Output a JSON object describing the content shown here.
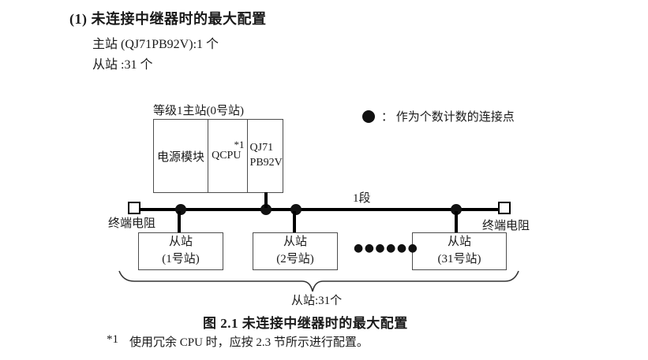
{
  "header": {
    "heading": "(1) 未连接中继器时的最大配置",
    "master_line": "主站 (QJ71PB92V):1 个",
    "slave_line": "从站 :31 个"
  },
  "diagram": {
    "master_label": "等级1主站(0号站)",
    "master_cells": {
      "power": "电源模块",
      "cpu": "QCPU",
      "cpu_note": "*1",
      "pb_line1": "QJ71",
      "pb_line2": "PB92V"
    },
    "legend_text": "： 作为个数计数的连接点",
    "segment_label": "1段",
    "terminator_left": "终端电阻",
    "terminator_right": "终端电阻",
    "slaves": [
      {
        "name": "从站",
        "station": "(1号站)"
      },
      {
        "name": "从站",
        "station": "(2号站)"
      },
      {
        "name": "从站",
        "station": "(31号站)"
      }
    ],
    "ellipsis": "●●●●●●",
    "brace_label": "从站:31个"
  },
  "caption": "图 2.1 未连接中继器时的最大配置",
  "footnote": {
    "marker": "*1",
    "text": "使用冗余 CPU 时，应按 2.3 节所示进行配置。"
  },
  "colors": {
    "text": "#1a1a1a",
    "line": "#000000",
    "border": "#4d4d4d",
    "background": "#ffffff"
  }
}
